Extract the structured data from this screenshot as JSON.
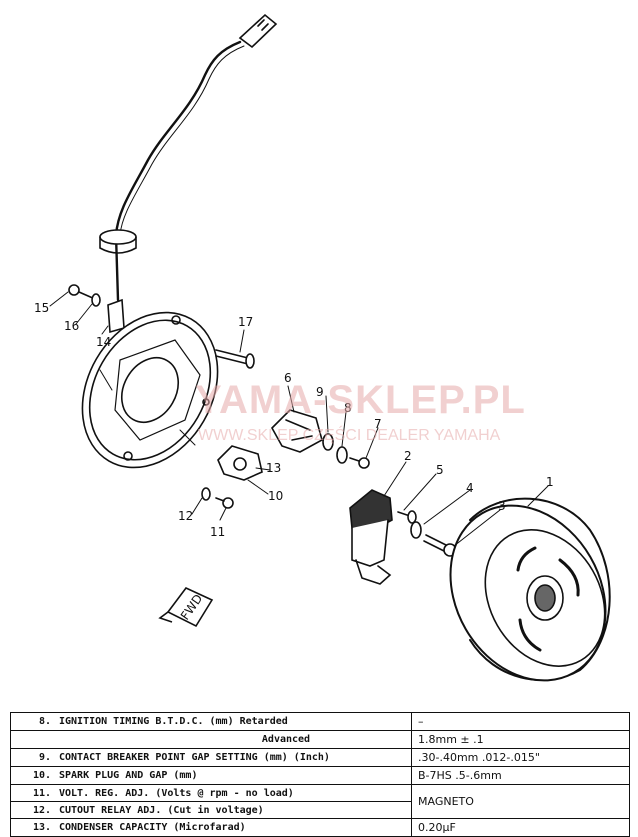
{
  "watermark": {
    "main": "YAMA-SKLEP.PL",
    "sub": "WWW.SKLEP CZĘŚCI DEALER YAMAHA"
  },
  "callouts": [
    "1",
    "2",
    "3",
    "4",
    "5",
    "6",
    "7",
    "8",
    "9",
    "10",
    "11",
    "12",
    "13",
    "14",
    "15",
    "16",
    "17"
  ],
  "fwd_label": "FWD",
  "spec_rows": [
    {
      "num": "8.",
      "label": "IGNITION TIMING B.T.D.C. (mm) Retarded",
      "value": "–"
    },
    {
      "num": "",
      "label": "Advanced",
      "value": "1.8mm ± .1"
    },
    {
      "num": "9.",
      "label": "CONTACT BREAKER POINT GAP SETTING (mm) (Inch)",
      "value": ".30-.40mm .012-.015\""
    },
    {
      "num": "10.",
      "label": "SPARK PLUG AND GAP (mm)",
      "value": "B-7HS .5-.6mm"
    },
    {
      "num": "11.",
      "label": "VOLT. REG. ADJ. (Volts @ rpm - no load)",
      "value": "MAGNETO"
    },
    {
      "num": "12.",
      "label": "CUTOUT RELAY ADJ. (Cut in voltage)",
      "value": ""
    },
    {
      "num": "13.",
      "label": "CONDENSER CAPACITY (Microfarad)",
      "value": "0.20µF"
    }
  ],
  "colors": {
    "ink": "#111111",
    "watermark": "#e6aaaa"
  }
}
